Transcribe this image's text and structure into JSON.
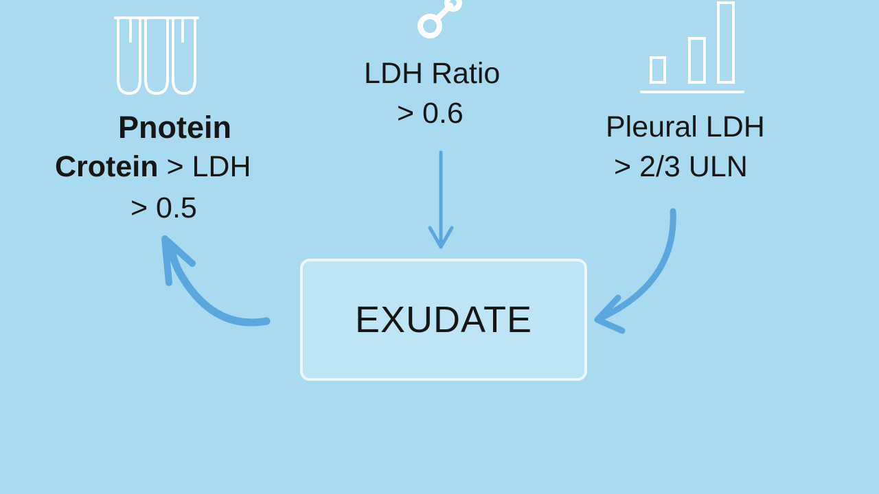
{
  "criteria": {
    "left": {
      "title": "Pnotein",
      "line1_bold": "Crotein",
      "line1_rest": "> LDH",
      "line2": "> 0.5",
      "icon": "test-tubes-icon"
    },
    "center": {
      "line1": "LDH Ratio",
      "line2": "> 0.6",
      "icon": "molecule-icon"
    },
    "right": {
      "line1": "Pleural LDH",
      "line2": "> 2/3 ULN",
      "icon": "bar-chart-icon"
    }
  },
  "result": {
    "label": "EXUDATE"
  },
  "colors": {
    "background": "#a9daef",
    "arrow": "#5aa6dd",
    "icon": "#ffffff",
    "box_fill": "#bde5f5",
    "box_border": "#eef8fc",
    "text": "#161616"
  }
}
